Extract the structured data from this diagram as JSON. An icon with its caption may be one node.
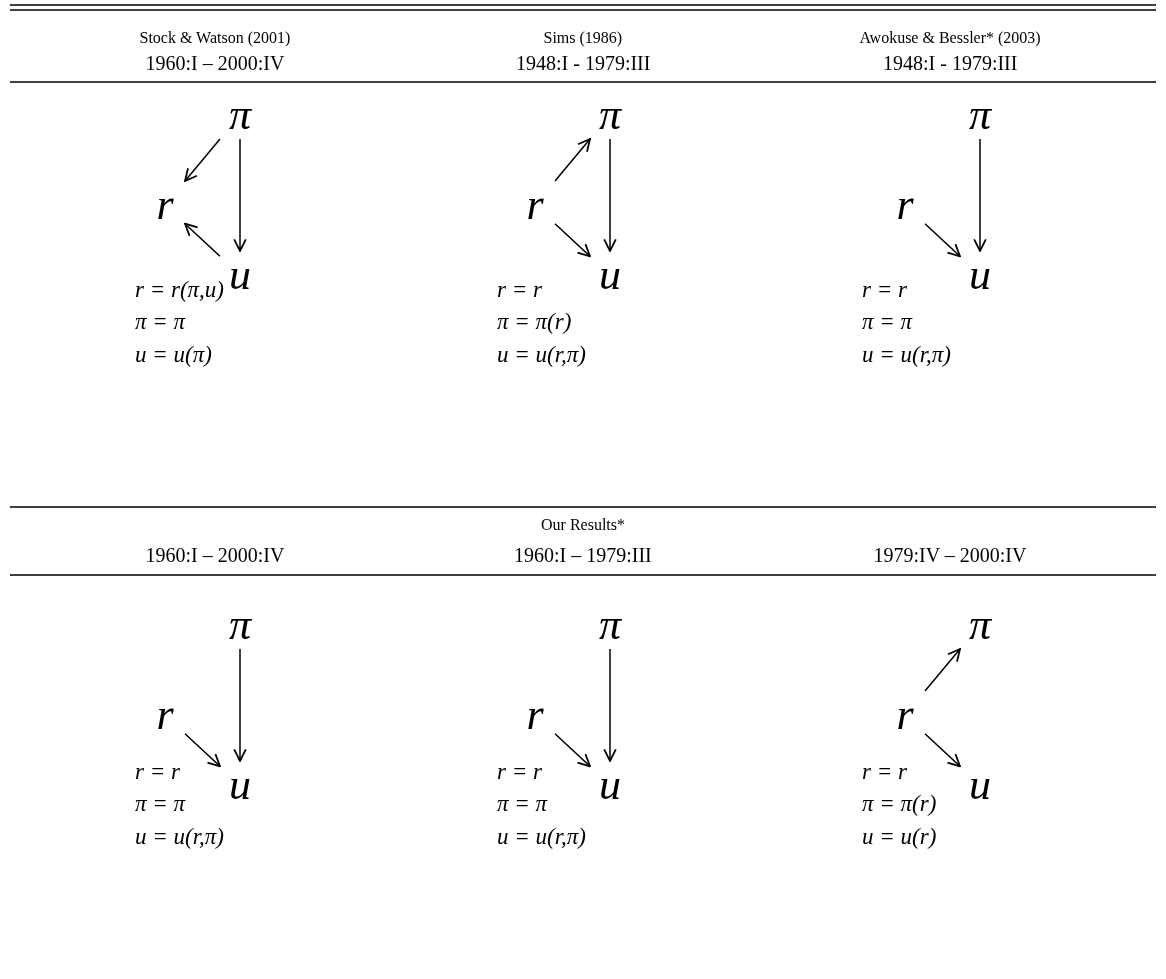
{
  "diagram": {
    "nodes": [
      {
        "text": [
          "π"
        ]
      },
      {
        "text": [
          "r"
        ]
      },
      {
        "text": [
          "u"
        ]
      },
      {
        "text": [
          "π"
        ]
      },
      {
        "text": [
          "r"
        ]
      },
      {
        "text": [
          "u"
        ]
      },
      {
        "text": [
          "π"
        ]
      },
      {
        "text": [
          "r"
        ]
      },
      {
        "text": [
          "u"
        ]
      },
      {
        "text": [
          "π"
        ]
      },
      {
        "text": [
          "r"
        ]
      },
      {
        "text": [
          "u"
        ]
      },
      {
        "text": [
          "π"
        ]
      },
      {
        "text": [
          "r"
        ]
      },
      {
        "text": [
          "u"
        ]
      },
      {
        "text": [
          "π"
        ]
      },
      {
        "text": [
          "r"
        ]
      },
      {
        "text": [
          "u"
        ]
      }
    ],
    "edges": [
      {
        "from": 0,
        "to": 1,
        "arrow": "to"
      },
      {
        "from": 0,
        "to": 2,
        "arrow": "to"
      },
      {
        "from": 2,
        "to": 1,
        "arrow": "to"
      },
      {
        "from": 4,
        "to": 3,
        "arrow": "to"
      },
      {
        "from": 3,
        "to": 5,
        "arrow": "to"
      },
      {
        "from": 4,
        "to": 5,
        "arrow": "to"
      },
      {
        "from": 6,
        "to": 8,
        "arrow": "to"
      },
      {
        "from": 7,
        "to": 8,
        "arrow": "to"
      },
      {
        "from": 9,
        "to": 11,
        "arrow": "to"
      },
      {
        "from": 10,
        "to": 11,
        "arrow": "to"
      },
      {
        "from": 12,
        "to": 14,
        "arrow": "to"
      },
      {
        "from": 13,
        "to": 14,
        "arrow": "to"
      },
      {
        "from": 16,
        "to": 15,
        "arrow": "to"
      },
      {
        "from": 16,
        "to": 17,
        "arrow": "to"
      }
    ],
    "labels": [
      "Stock & Watson (2001)",
      "1960:I – 2000:IV",
      "Sims (1986)",
      "1948:I - 1979:III",
      "Awokuse & Bessler* (2003)",
      "1948:I - 1979:III",
      "r = r(π,u)",
      "r = r",
      "r = r",
      "π = π",
      "π = π(r)",
      "π = π",
      "u = u(π)",
      "u = u(r,π)",
      "u = u(r,π)",
      "Our Results*",
      "1960:I – 2000:IV",
      "1960:I – 1979:III",
      "1979:IV – 2000:IV",
      "r = r",
      "r = r",
      "r = r",
      "π = π",
      "π = π",
      "π = π(r)",
      "u = u(r,π)",
      "u = u(r,π)",
      "u = u(r)"
    ]
  }
}
